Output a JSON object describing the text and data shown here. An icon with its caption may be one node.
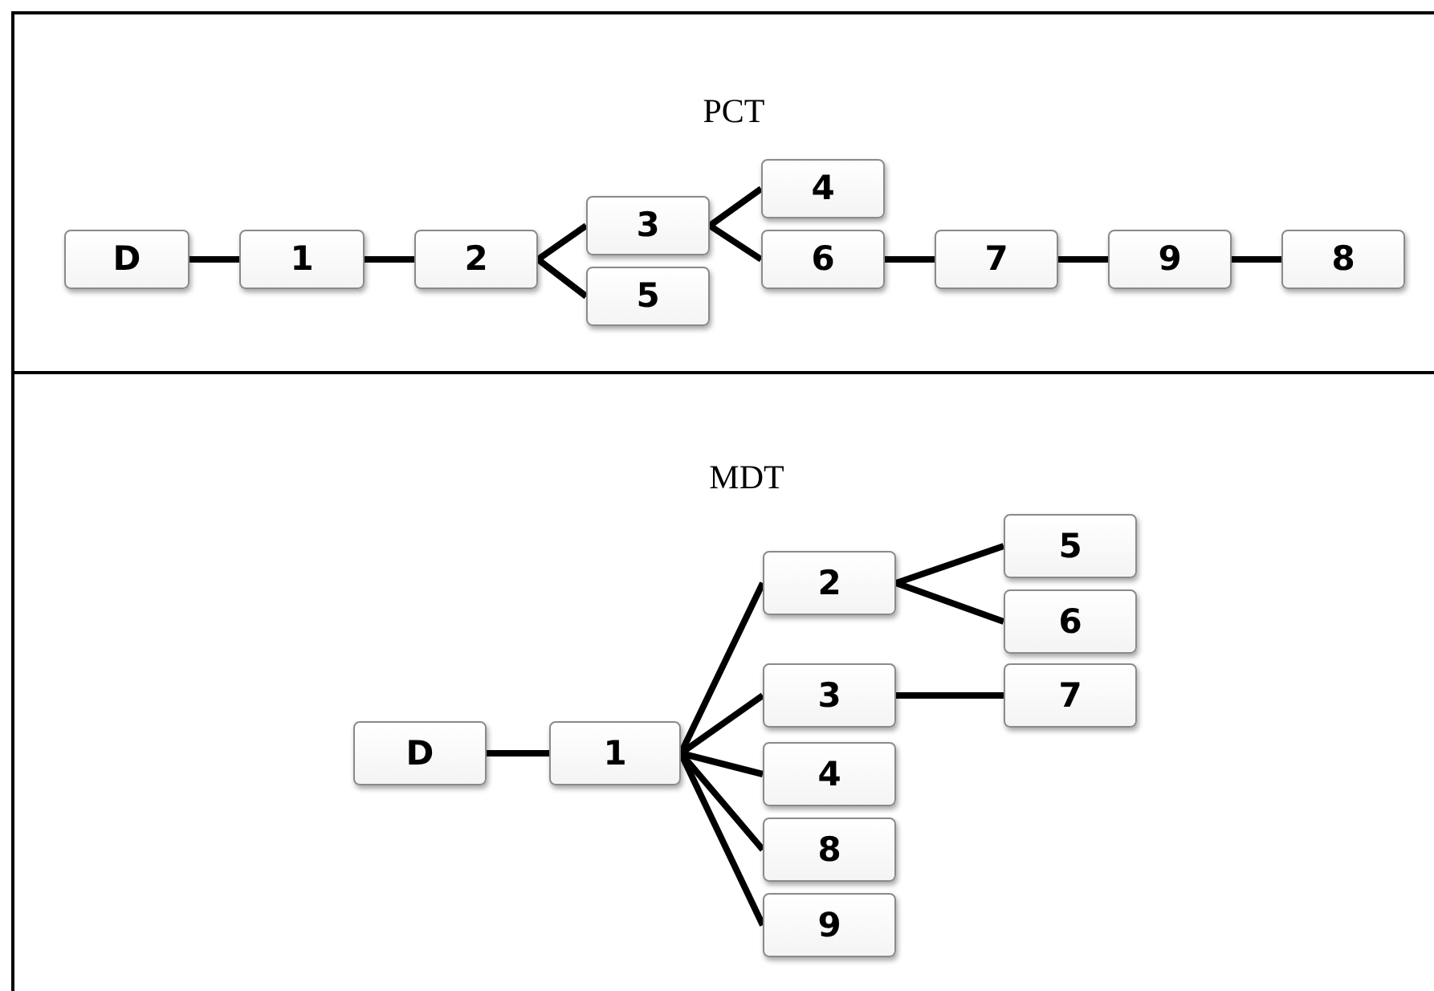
{
  "diagram": {
    "nodes": [
      {
        "text": [
          "PCT"
        ]
      },
      {
        "text": [
          "D"
        ],
        "in": 0
      },
      {
        "text": [
          "1"
        ],
        "in": 0
      },
      {
        "text": [
          "2"
        ],
        "in": 0
      },
      {
        "text": [
          "3"
        ],
        "in": 0
      },
      {
        "text": [
          "5"
        ],
        "in": 0
      },
      {
        "text": [
          "4"
        ],
        "in": 0
      },
      {
        "text": [
          "6"
        ],
        "in": 0
      },
      {
        "text": [
          "7"
        ],
        "in": 0
      },
      {
        "text": [
          "9"
        ],
        "in": 0
      },
      {
        "text": [
          "8"
        ],
        "in": 0
      },
      {
        "text": [
          "MDT"
        ]
      },
      {
        "text": [
          "D"
        ],
        "in": 11
      },
      {
        "text": [
          "1"
        ],
        "in": 11
      },
      {
        "text": [
          "2"
        ],
        "in": 11
      },
      {
        "text": [
          "3"
        ],
        "in": 11
      },
      {
        "text": [
          "4"
        ],
        "in": 11
      },
      {
        "text": [
          "8"
        ],
        "in": 11
      },
      {
        "text": [
          "9"
        ],
        "in": 11
      },
      {
        "text": [
          "5"
        ],
        "in": 11
      },
      {
        "text": [
          "6"
        ],
        "in": 11
      },
      {
        "text": [
          "7"
        ],
        "in": 11
      }
    ],
    "edges": [
      {
        "from": 1,
        "to": 2,
        "arrow": "none"
      },
      {
        "from": 2,
        "to": 3,
        "arrow": "none"
      },
      {
        "from": 3,
        "to": 4,
        "arrow": "none"
      },
      {
        "from": 3,
        "to": 5,
        "arrow": "none"
      },
      {
        "from": 4,
        "to": 6,
        "arrow": "none"
      },
      {
        "from": 4,
        "to": 7,
        "arrow": "none"
      },
      {
        "from": 7,
        "to": 8,
        "arrow": "none"
      },
      {
        "from": 8,
        "to": 9,
        "arrow": "none"
      },
      {
        "from": 9,
        "to": 10,
        "arrow": "none"
      },
      {
        "from": 12,
        "to": 13,
        "arrow": "none"
      },
      {
        "from": 13,
        "to": 14,
        "arrow": "none"
      },
      {
        "from": 13,
        "to": 15,
        "arrow": "none"
      },
      {
        "from": 13,
        "to": 16,
        "arrow": "none"
      },
      {
        "from": 13,
        "to": 17,
        "arrow": "none"
      },
      {
        "from": 13,
        "to": 18,
        "arrow": "none"
      },
      {
        "from": 14,
        "to": 19,
        "arrow": "none"
      },
      {
        "from": 14,
        "to": 20,
        "arrow": "none"
      },
      {
        "from": 15,
        "to": 21,
        "arrow": "none"
      }
    ]
  }
}
